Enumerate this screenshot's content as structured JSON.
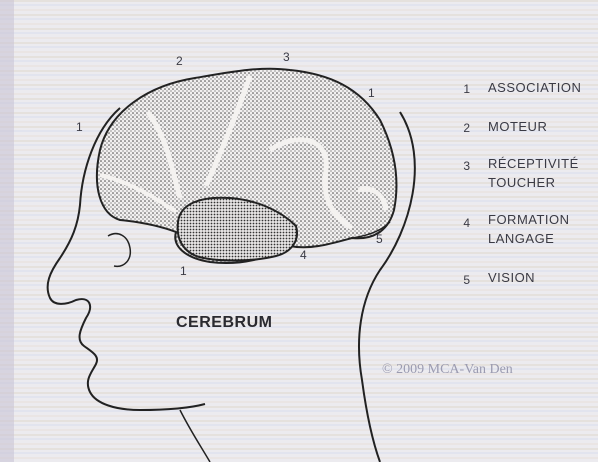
{
  "diagram": {
    "title": "CEREBRUM",
    "copyright": "© 2009 MCA-Van Den",
    "legend": [
      {
        "number": "1",
        "lines": [
          "ASSOCIATION"
        ]
      },
      {
        "number": "2",
        "lines": [
          "MOTEUR"
        ]
      },
      {
        "number": "3",
        "lines": [
          "RÉCEPTIVITÉ",
          "TOUCHER"
        ]
      },
      {
        "number": "4",
        "lines": [
          "FORMATION",
          "LANGAGE"
        ]
      },
      {
        "number": "5",
        "lines": [
          "VISION"
        ]
      }
    ],
    "region_markers": [
      "1",
      "2",
      "3",
      "1",
      "1",
      "4",
      "5"
    ]
  }
}
